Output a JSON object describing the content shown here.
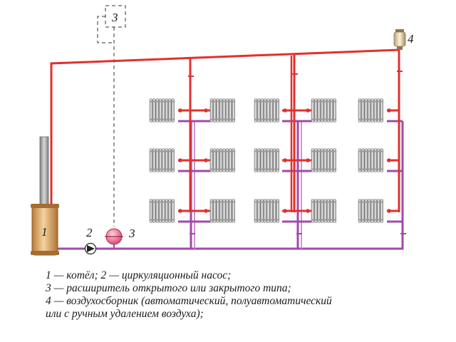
{
  "labels": {
    "boiler": "1",
    "pump": "2",
    "expander": "3",
    "expander_alt": "3",
    "air_vent": "4"
  },
  "legend": [
    "1 — котёл; 2 — циркуляционный насос;",
    "3 — расширитель открытого или закрытого типа;",
    "4 — воздухосборник (автоматический, полуавтоматический",
    "или с ручным удалением воздуха);"
  ],
  "colors": {
    "supply": "#e23030",
    "return": "#a04aa8",
    "return_light": "#c48bd0",
    "boiler": "#d9a05a",
    "chimney": "#9a9a9a",
    "radiator": "#cfcfcf",
    "expander": "#e8688a"
  }
}
